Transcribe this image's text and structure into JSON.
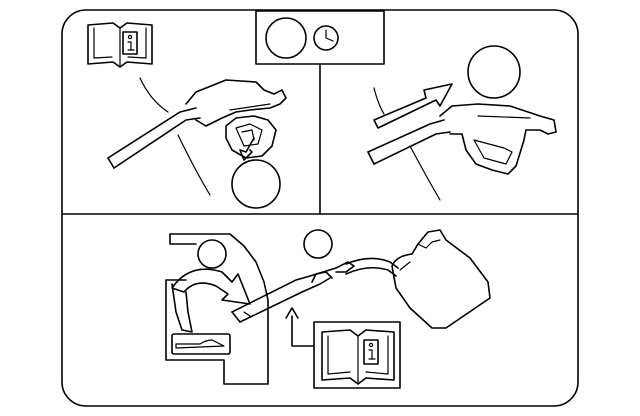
{
  "figure": {
    "background": "#ffffff",
    "line_color": "#000000",
    "panels": [
      "top-left-nozzle-hold",
      "top-right-nozzle-insert",
      "bottom-refuel-canister"
    ],
    "icons": [
      "manual-book-icon",
      "clock-icon",
      "circle-marker",
      "arrow-up-icon"
    ]
  }
}
